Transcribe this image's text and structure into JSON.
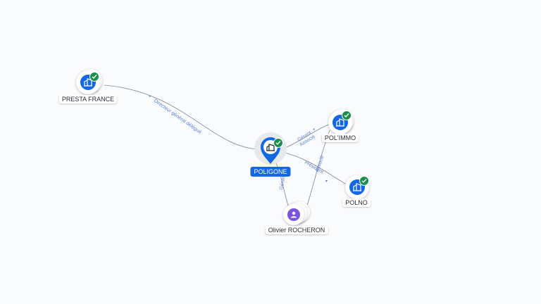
{
  "nodes": {
    "presta_france": {
      "label": "PRESTA FRANCE",
      "type": "company",
      "verified": true,
      "icon": "building-icon"
    },
    "poligone": {
      "label": "POLIGONE",
      "type": "company",
      "verified": true,
      "focus": true,
      "icon": "building-icon"
    },
    "pol_immo": {
      "label": "POL'IMMO",
      "type": "company",
      "verified": true,
      "icon": "building-icon"
    },
    "polno": {
      "label": "POLNO",
      "type": "company",
      "verified": true,
      "icon": "building-icon"
    },
    "olivier": {
      "label": "Olivier ROCHERON",
      "type": "person",
      "icon": "person-icon"
    }
  },
  "edges": {
    "presta_poligone": "Directeur général délégué",
    "poligone_polimmo_1": "Gérant",
    "poligone_polimmo_2": "Associé",
    "poligone_polno": "Président",
    "olivier_poligone": "Gérant",
    "olivier_polimmo": "Associé"
  },
  "colors": {
    "brand": "#1467e4",
    "verified": "#1a8f4a",
    "person": "#7b55e0",
    "edge": "#7d8390"
  }
}
